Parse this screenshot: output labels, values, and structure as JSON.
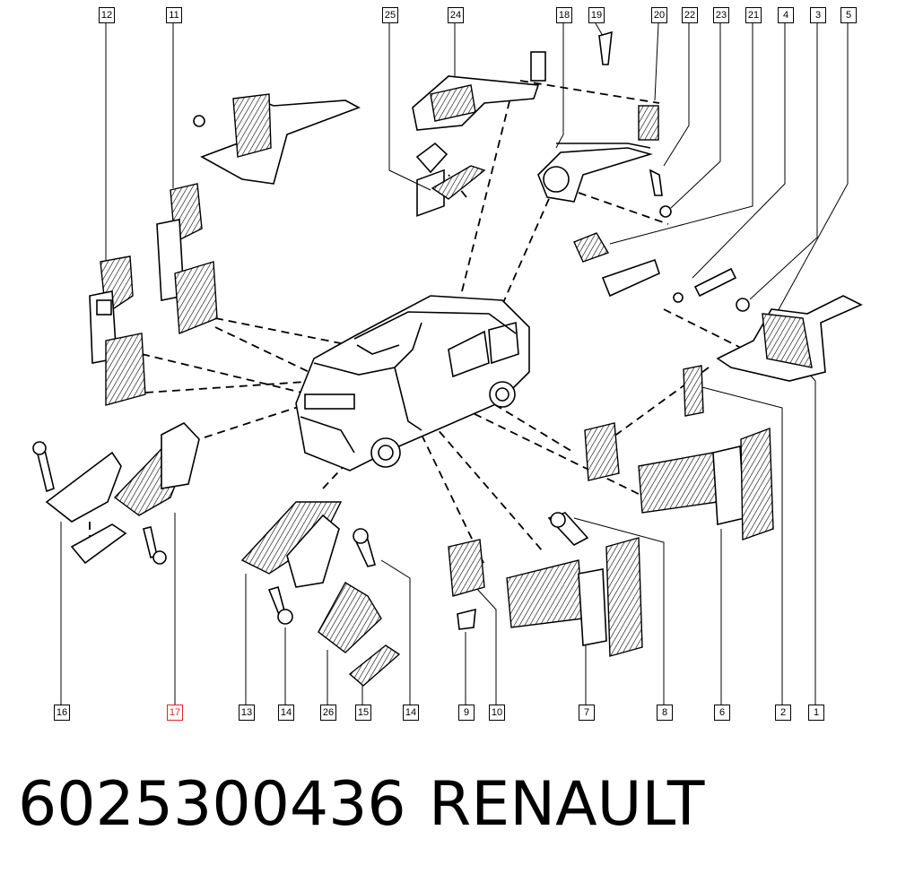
{
  "footer": {
    "part_number": "6025300436",
    "brand": "RENAULT"
  },
  "callouts": {
    "top": [
      "12",
      "11",
      "25",
      "24",
      "18",
      "19",
      "20",
      "22",
      "23",
      "21",
      "4",
      "3",
      "5"
    ],
    "bottom": [
      "16",
      "17",
      "13",
      "14",
      "26",
      "15",
      "14",
      "9",
      "10",
      "7",
      "8",
      "6",
      "2",
      "1"
    ],
    "highlighted": "17"
  },
  "colors": {
    "highlight": "#e8202a",
    "line": "#000000",
    "background": "#ffffff"
  }
}
